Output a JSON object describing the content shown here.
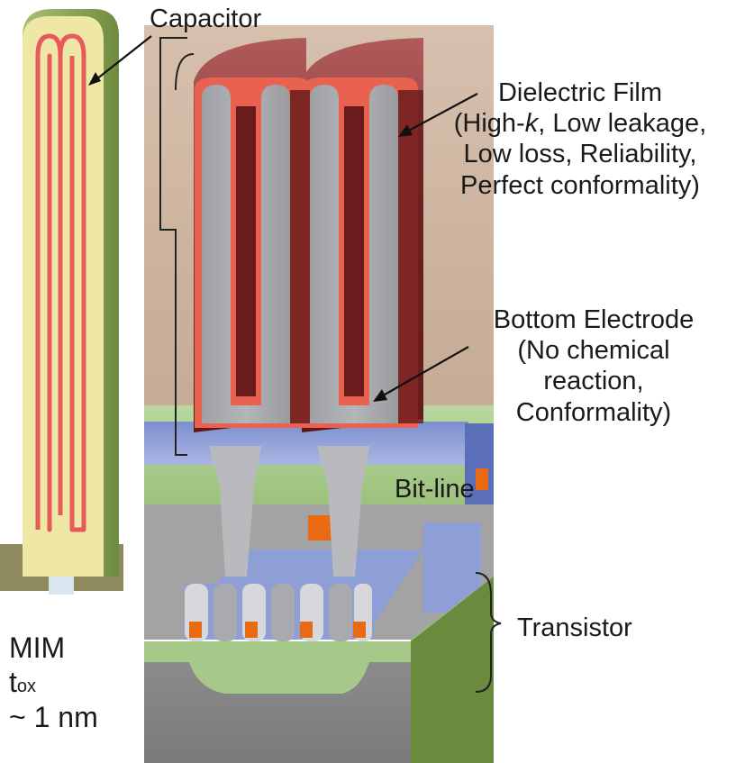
{
  "labels": {
    "capacitor": "Capacitor",
    "dielectric": {
      "title": "Dielectric Film",
      "line1_pre": "(High-",
      "line1_k": "k",
      "line1_post": ", Low leakage,",
      "line2": "Low loss, Reliability,",
      "line3": "Perfect conformality)"
    },
    "electrode": {
      "title": "Bottom Electrode",
      "line1": "(No chemical",
      "line2": "reaction,",
      "line3": "Conformality)"
    },
    "bitline": "Bit-line",
    "transistor": "Transistor",
    "mim": {
      "line1": "MIM",
      "tox_main": "t",
      "tox_sub": "ox",
      "line3": "~ 1 nm"
    }
  },
  "colors": {
    "background_block": "#cdb39f",
    "dielectric_red": "#e8624f",
    "dark_maroon": "#6a1c1c",
    "electrode_gray": "#a9aaad",
    "bitline_blue": "#8a9bd4",
    "green_layer": "#a6c98a",
    "orange_contact": "#e86a12",
    "mim_yellow": "#efe7a6",
    "mim_olive": "#8ea95c"
  }
}
